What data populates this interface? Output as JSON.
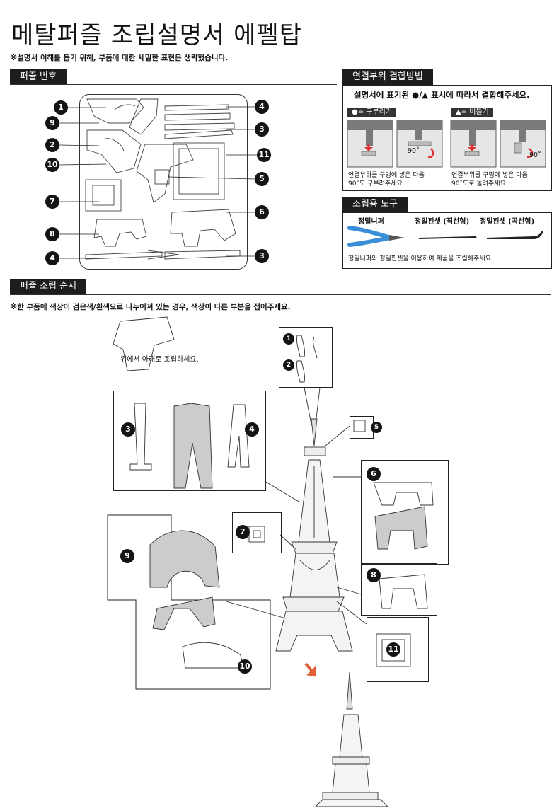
{
  "header": {
    "title": "메탈퍼즐 조립설명서   에펠탑",
    "note": "※설명서 이해를 돕기 위해, 부품에 대한 세밀한 표현은 생략했습니다."
  },
  "parts_section": {
    "heading": "퍼즐 번호",
    "labels_left": [
      "1",
      "9",
      "2",
      "10",
      "7",
      "8",
      "4"
    ],
    "labels_right": [
      "4",
      "3",
      "11",
      "5",
      "6",
      "3"
    ]
  },
  "connection_section": {
    "heading": "연결부위 결합방법",
    "instruction": "설명서에 표기된 ●/▲ 표시에 따라서 결합해주세요.",
    "bend_tag": "●= 구부리기",
    "twist_tag": "▲= 비틀기",
    "angle_left": "90˚",
    "angle_right": "90˚",
    "bend_desc_1": "연결부위를 구멍에 넣은 다음",
    "bend_desc_2": "90˚도 구부려주세요.",
    "twist_desc_1": "연결부위를 구멍에 넣은 다음",
    "twist_desc_2": "90˚도로 돌려주세요."
  },
  "tools_section": {
    "heading": "조립용 도구",
    "tool_1": "정밀니퍼",
    "tool_2": "정밀핀셋 (직선형)",
    "tool_3": "정밀핀셋 (곡선형)",
    "desc": "정밀니퍼와 정밀핀셋을 이용하여 제품을 조립해주세요."
  },
  "assembly_section": {
    "heading": "퍼즐 조립 순서",
    "note": "※한 부품에 색상이 검은색/흰색으로 나누어져 있는 경우, 색상이 다른 부분을 접어주세요.",
    "direction": "위에서 아래로 조립하세요.",
    "step_labels": {
      "p1": "1",
      "p2": "2",
      "p3": "3",
      "p4": "4",
      "p5": "5",
      "p6": "6",
      "p7": "7",
      "p8": "8",
      "p9": "9",
      "p10": "10",
      "p11": "11"
    }
  }
}
